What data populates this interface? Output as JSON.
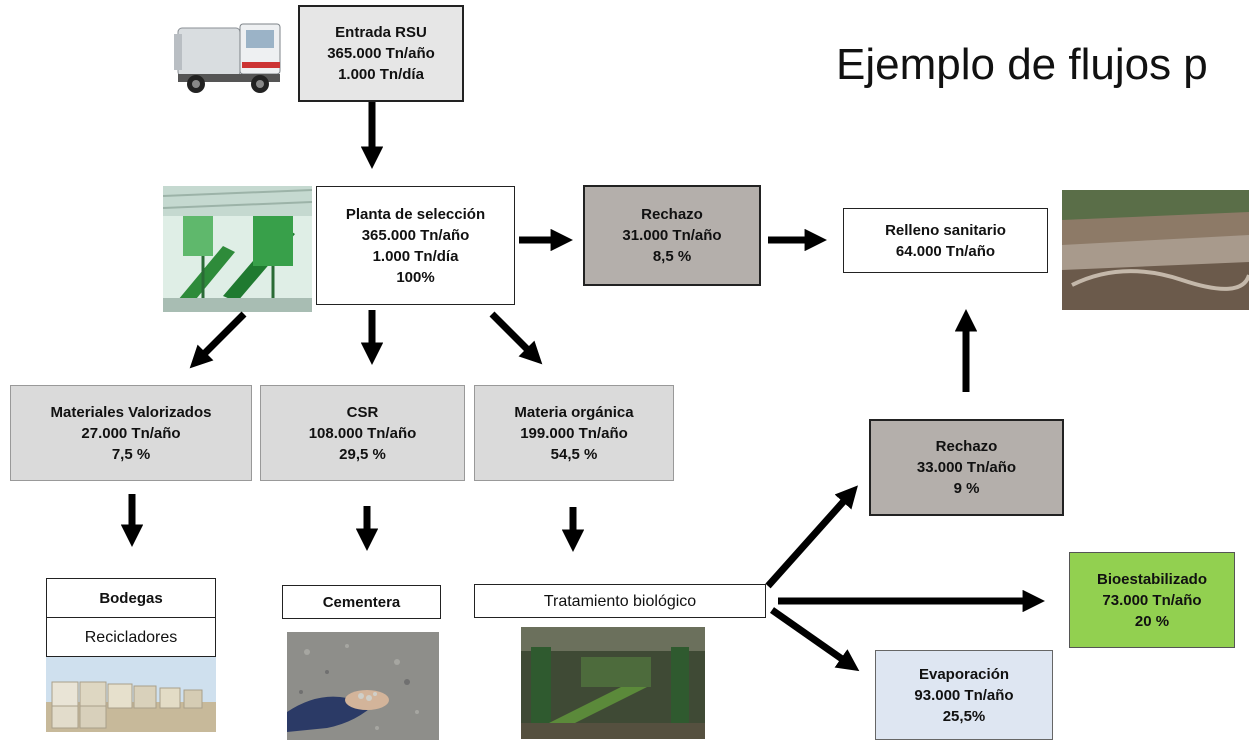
{
  "title": "Ejemplo de flujos p",
  "colors": {
    "light_gray": "#e6e6e6",
    "mid_gray": "#dadada",
    "dark_gray": "#b4afab",
    "green": "#92d050",
    "light_blue": "#dee6f2"
  },
  "icons": [
    "truck-image",
    "sorting-plant-image",
    "landfill-image",
    "bales-image",
    "gravel-hand-image",
    "biological-plant-image"
  ],
  "nodes": {
    "entrada": {
      "l1": "Entrada RSU",
      "l2": "365.000 Tn/año",
      "l3": "1.000 Tn/día"
    },
    "planta": {
      "l1": "Planta de selección",
      "l2": "365.000 Tn/año",
      "l3": "1.000 Tn/día",
      "l4": "100%"
    },
    "rechazo1": {
      "l1": "Rechazo",
      "l2": "31.000 Tn/año",
      "l3": "8,5 %"
    },
    "relleno": {
      "l1": "Relleno sanitario",
      "l2": "64.000 Tn/año"
    },
    "materiales": {
      "l1": "Materiales Valorizados",
      "l2": "27.000 Tn/año",
      "l3": "7,5 %"
    },
    "csr": {
      "l1": "CSR",
      "l2": "108.000 Tn/año",
      "l3": "29,5 %"
    },
    "organica": {
      "l1": "Materia orgánica",
      "l2": "199.000 Tn/año",
      "l3": "54,5 %"
    },
    "rechazo2": {
      "l1": "Rechazo",
      "l2": "33.000 Tn/año",
      "l3": "9 %"
    },
    "bodegas": {
      "l1": "Bodegas"
    },
    "recicladores": {
      "l1": "Recicladores"
    },
    "cementera": {
      "l1": "Cementera"
    },
    "tratamiento": {
      "l1": "Tratamiento biológico"
    },
    "bioestabilizado": {
      "l1": "Bioestabilizado",
      "l2": "73.000 Tn/año",
      "l3": "20 %"
    },
    "evaporacion": {
      "l1": "Evaporación",
      "l2": "93.000 Tn/año",
      "l3": "25,5%"
    }
  }
}
